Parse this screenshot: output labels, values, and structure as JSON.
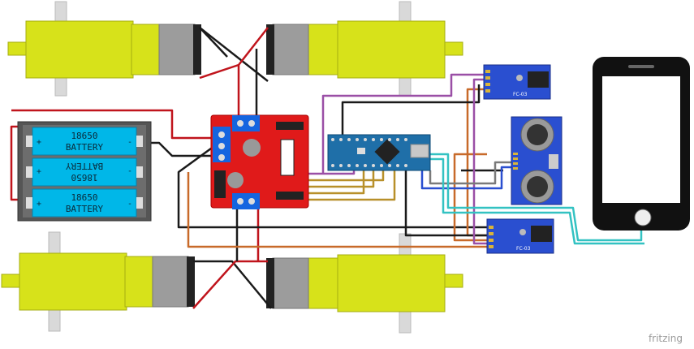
{
  "battery_pack": {
    "cells": [
      {
        "model": "18650",
        "label": "BATTERY",
        "flipped": false
      },
      {
        "model": "18650",
        "label": "BATTERY",
        "flipped": true
      },
      {
        "model": "18650",
        "label": "BATTERY",
        "flipped": false
      }
    ],
    "plus": "+",
    "minus": "-",
    "color": "#00b7e8"
  },
  "sensors": {
    "top_label": "FC-03",
    "bottom_label": "FC-03",
    "board_color": "#2a4fd0"
  },
  "ultrasonic": {
    "board_color": "#2a4fd0"
  },
  "driver": {
    "board_color": "#e01a1a",
    "terminal_color": "#1565e0"
  },
  "controller": {
    "board_color": "#1f6fa8"
  },
  "motors": {
    "body_color": "#d7e21a",
    "gear_color": "#9c9c9c"
  },
  "wires": {
    "red": "#c0141c",
    "black": "#1a1a1a",
    "purple": "#9a4fa6",
    "brown": "#c86a2a",
    "gold": "#b8902a",
    "teal": "#33c2c2",
    "grey": "#7a7a7a"
  },
  "watermark": "fritzing"
}
